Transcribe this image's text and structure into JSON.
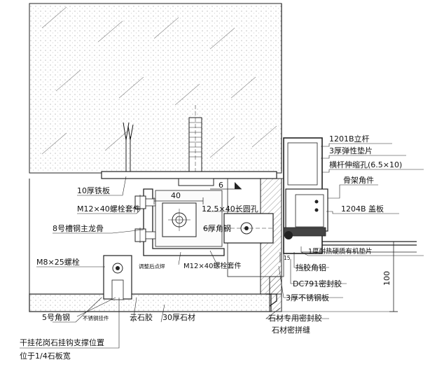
{
  "labels": {
    "mullion": "1201B立杆",
    "elastic_pad": "3厚弹性垫片",
    "expansion_hole": "横杆伸缩孔(6.5×10)",
    "frame_angle": "骨架角件",
    "cover_plate": "1204B 盖板",
    "iron_plate": "10厚铁板",
    "bolt_sleeve_top": "M12×40螺栓套件",
    "slot_hole": "12.5×40长圆孔",
    "channel_keel": "8号槽钢主龙骨",
    "angle_steel_6": "6厚角钢",
    "bolt_m8": "M8×25螺栓",
    "spot_weld": "调整后点焊",
    "bolt_sleeve_bottom": "M12×40螺栓套件",
    "insulating_pad": "1厚耐热硬质有机垫片",
    "retaining_aluminum": "挡胶角铝",
    "sealant_dc791": "DC791密封胶",
    "stainless_plate": "3厚不锈钢板",
    "angle_steel_5": "5号角钢",
    "stainless_hanger": "不锈钢挂件",
    "stone_glue": "云石胶",
    "stone_30": "30厚石材",
    "stone_sealant": "石材专用密封胶",
    "stone_joint": "石材密拼缝",
    "note_line1": "干挂花岗石挂钩支撑位置",
    "note_line2": "位于1/4石板宽"
  },
  "dimensions": {
    "d40": "40",
    "d6": "6",
    "d15": "15",
    "d100": "100"
  }
}
